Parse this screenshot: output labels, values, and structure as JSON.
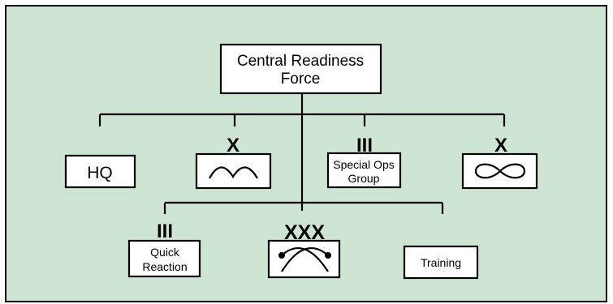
{
  "colors": {
    "background": "#cfe5d4",
    "frame": "#000000",
    "box_fill": "#ffffff"
  },
  "org": {
    "root": {
      "line1": "Central Readiness",
      "line2": "Force"
    },
    "hq": {
      "label": "HQ"
    },
    "airborne_brigade": {
      "echelon": "X",
      "symbol": "airborne-icon"
    },
    "special_ops_group": {
      "echelon": "III",
      "line1": "Special Ops",
      "line2": "Group"
    },
    "helicopter_brigade": {
      "echelon": "X",
      "symbol": "helicopter-icon"
    },
    "quick_reaction": {
      "echelon": "III",
      "line1": "Quick",
      "line2": "Reaction"
    },
    "nbc_unit": {
      "echelon": "XXX",
      "symbol": "crossed-arrows-icon"
    },
    "training": {
      "label": "Training"
    }
  }
}
